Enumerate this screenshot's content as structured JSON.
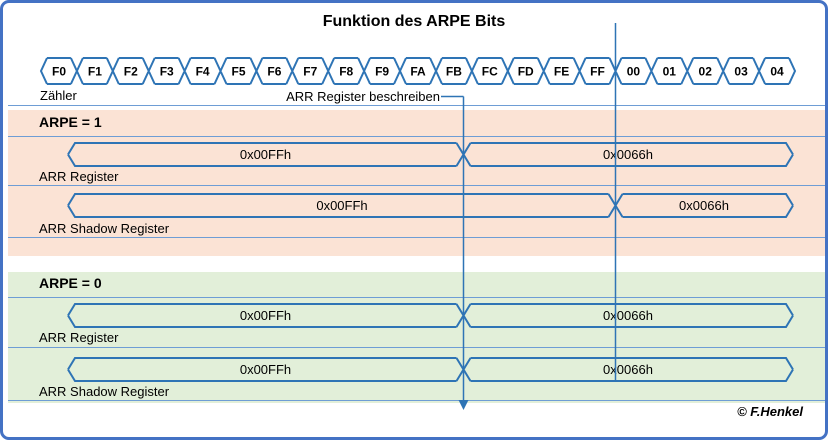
{
  "title": "Funktion des ARPE Bits",
  "counter": {
    "label": "Zähler",
    "values": [
      "F0",
      "F1",
      "F2",
      "F3",
      "F4",
      "F5",
      "F6",
      "F7",
      "F8",
      "F9",
      "FA",
      "FB",
      "FC",
      "FD",
      "FE",
      "FF",
      "00",
      "01",
      "02",
      "03",
      "04"
    ]
  },
  "annotation": "ARR Register beschreiben",
  "arpe1": {
    "heading": "ARPE = 1",
    "arr_label": "ARR Register",
    "arr_before": "0x00FFh",
    "arr_after": "0x0066h",
    "shadow_label": "ARR Shadow Register",
    "shadow_before": "0x00FFh",
    "shadow_after": "0x0066h"
  },
  "arpe0": {
    "heading": "ARPE = 0",
    "arr_label": "ARR Register",
    "arr_before": "0x00FFh",
    "arr_after": "0x0066h",
    "shadow_label": "ARR Shadow Register",
    "shadow_before": "0x00FFh",
    "shadow_after": "0x0066h"
  },
  "credit": "© F.Henkel",
  "colors": {
    "frame": "#4472C4",
    "signal": "#2E74B5",
    "arpe1_bg": "#FBE3D5",
    "arpe0_bg": "#E2EFD9"
  }
}
